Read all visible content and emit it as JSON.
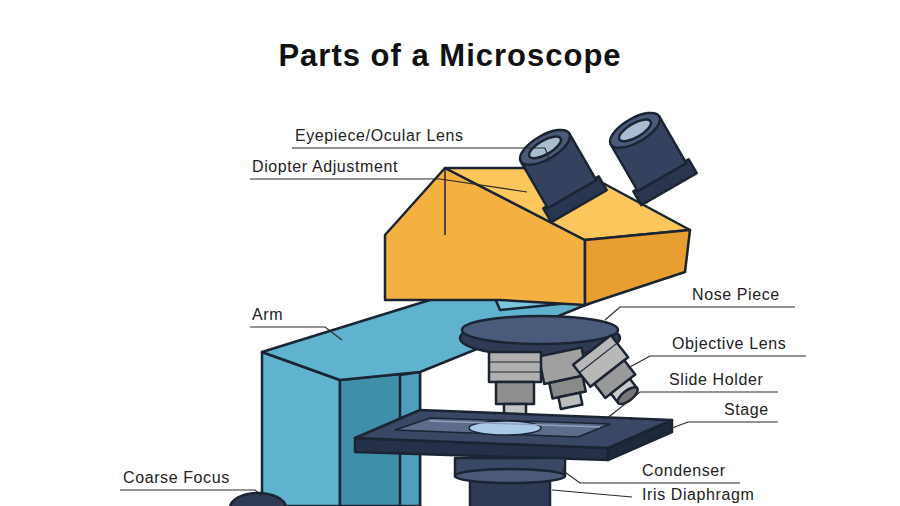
{
  "diagram": {
    "title": "Parts of a Microscope",
    "labels": [
      "Eyepiece/Ocular Lens",
      "Diopter Adjustment",
      "Arm",
      "Nose Piece",
      "Objective Lens",
      "Slide Holder",
      "Stage",
      "Coarse Focus",
      "Condenser",
      "Iris Diaphragm"
    ]
  }
}
